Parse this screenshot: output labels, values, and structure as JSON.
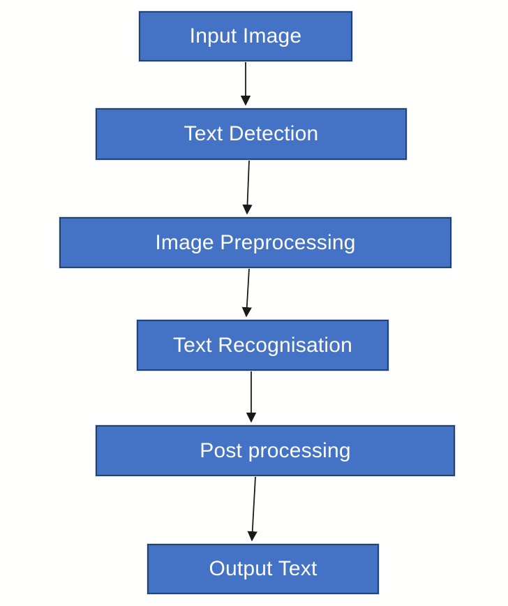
{
  "diagram": {
    "colors": {
      "node_fill": "#4472c4",
      "node_border": "#24426e",
      "node_text": "#fdfdfd",
      "arrow": "#1a1a1a",
      "background": "#ffffff"
    },
    "nodes": [
      {
        "id": "input-image",
        "label": "Input Image"
      },
      {
        "id": "text-detection",
        "label": "Text Detection"
      },
      {
        "id": "image-preprocessing",
        "label": "Image Preprocessing"
      },
      {
        "id": "text-recognisation",
        "label": "Text Recognisation"
      },
      {
        "id": "post-processing",
        "label": "Post processing"
      },
      {
        "id": "output-text",
        "label": "Output Text"
      }
    ],
    "edges": [
      {
        "from": "input-image",
        "to": "text-detection"
      },
      {
        "from": "text-detection",
        "to": "image-preprocessing"
      },
      {
        "from": "image-preprocessing",
        "to": "text-recognisation"
      },
      {
        "from": "text-recognisation",
        "to": "post-processing"
      },
      {
        "from": "post-processing",
        "to": "output-text"
      }
    ]
  }
}
